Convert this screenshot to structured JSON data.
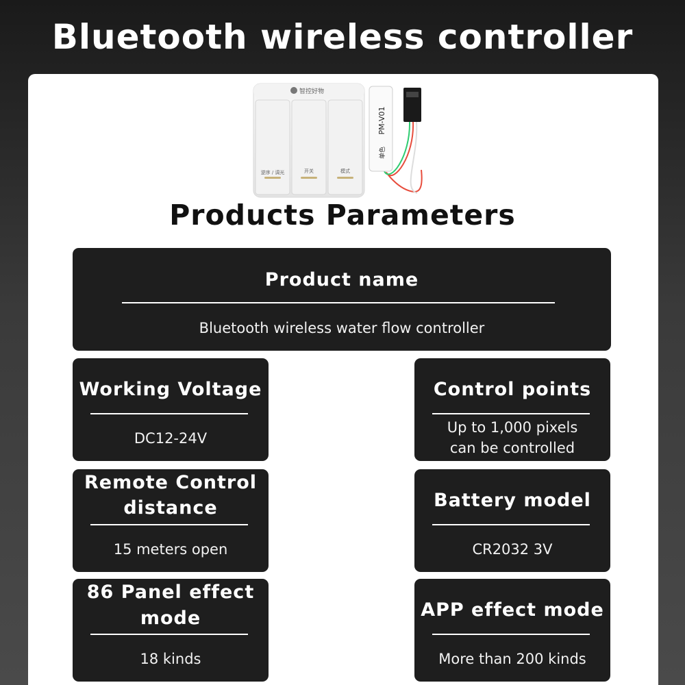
{
  "header": {
    "title": "Bluetooth wireless controller"
  },
  "product_image": {
    "remote_brand": "智控好物",
    "buttons": [
      "逆序 / 调光",
      "开关",
      "模式"
    ],
    "module_label": "PM-V01",
    "module_sublabel": "单色"
  },
  "section": {
    "title": "Products Parameters"
  },
  "params": {
    "product_name": {
      "label": "Product name",
      "value": "Bluetooth wireless water flow controller"
    },
    "working_voltage": {
      "label": "Working Voltage",
      "value": "DC12-24V"
    },
    "control_points": {
      "label": "Control points",
      "value_line1": "Up to 1,000 pixels",
      "value_line2": "can be controlled"
    },
    "remote_distance": {
      "label_line1": "Remote Control",
      "label_line2": "distance",
      "value": "15 meters open"
    },
    "battery_model": {
      "label": "Battery model",
      "value": "CR2032 3V"
    },
    "panel_mode": {
      "label_line1": "86 Panel effect",
      "label_line2": "mode",
      "value": "18 kinds"
    },
    "app_mode": {
      "label": "APP effect mode",
      "value": "More than 200 kinds"
    }
  }
}
